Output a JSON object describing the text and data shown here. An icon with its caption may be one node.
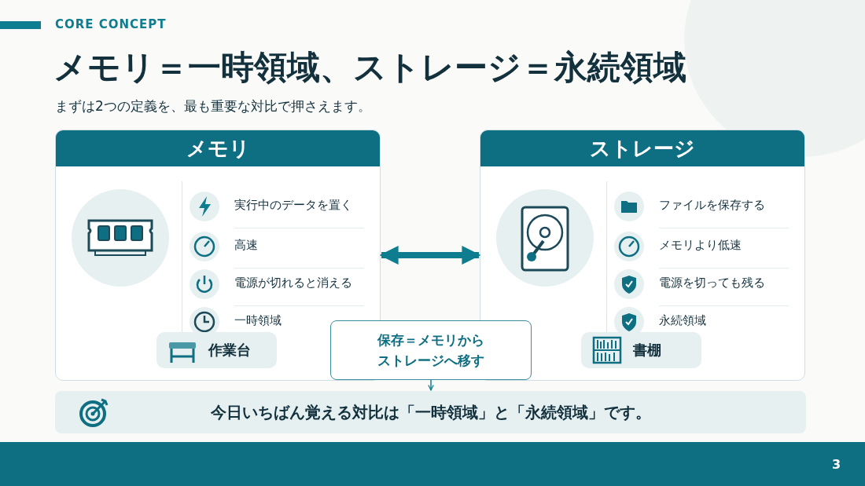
{
  "diagram": {
    "title": "メモリ＝一時領域、ストレージ＝永続領域",
    "nodes": [
      {
        "text": [
          "メモリ",
          "実行中のデータを置く",
          "高速",
          "電源が切れると消える",
          "一時領域"
        ]
      },
      {
        "text": [
          "作業台"
        ],
        "in": 0
      },
      {
        "text": [
          "ストレージ",
          "ファイルを保存する",
          "メモリより低速",
          "電源を切っても残る",
          "永続領域"
        ]
      },
      {
        "text": [
          "書棚"
        ],
        "in": 2
      },
      {
        "text": [
          "保存＝メモリからストレージへ移す"
        ]
      },
      {
        "text": [
          "今日いちばん覚える対比は「一時領域」と「永続領域」です。"
        ]
      }
    ],
    "edges": [
      {
        "from": 0,
        "to": 2,
        "arrow": "both",
        "style": "thick"
      },
      {
        "from": 4,
        "to": 5,
        "arrow": "to"
      }
    ],
    "labels": [
      "CORE CONCEPT",
      "まずは2つの定義を、最も重要な対比で押さえます。",
      "3"
    ]
  }
}
